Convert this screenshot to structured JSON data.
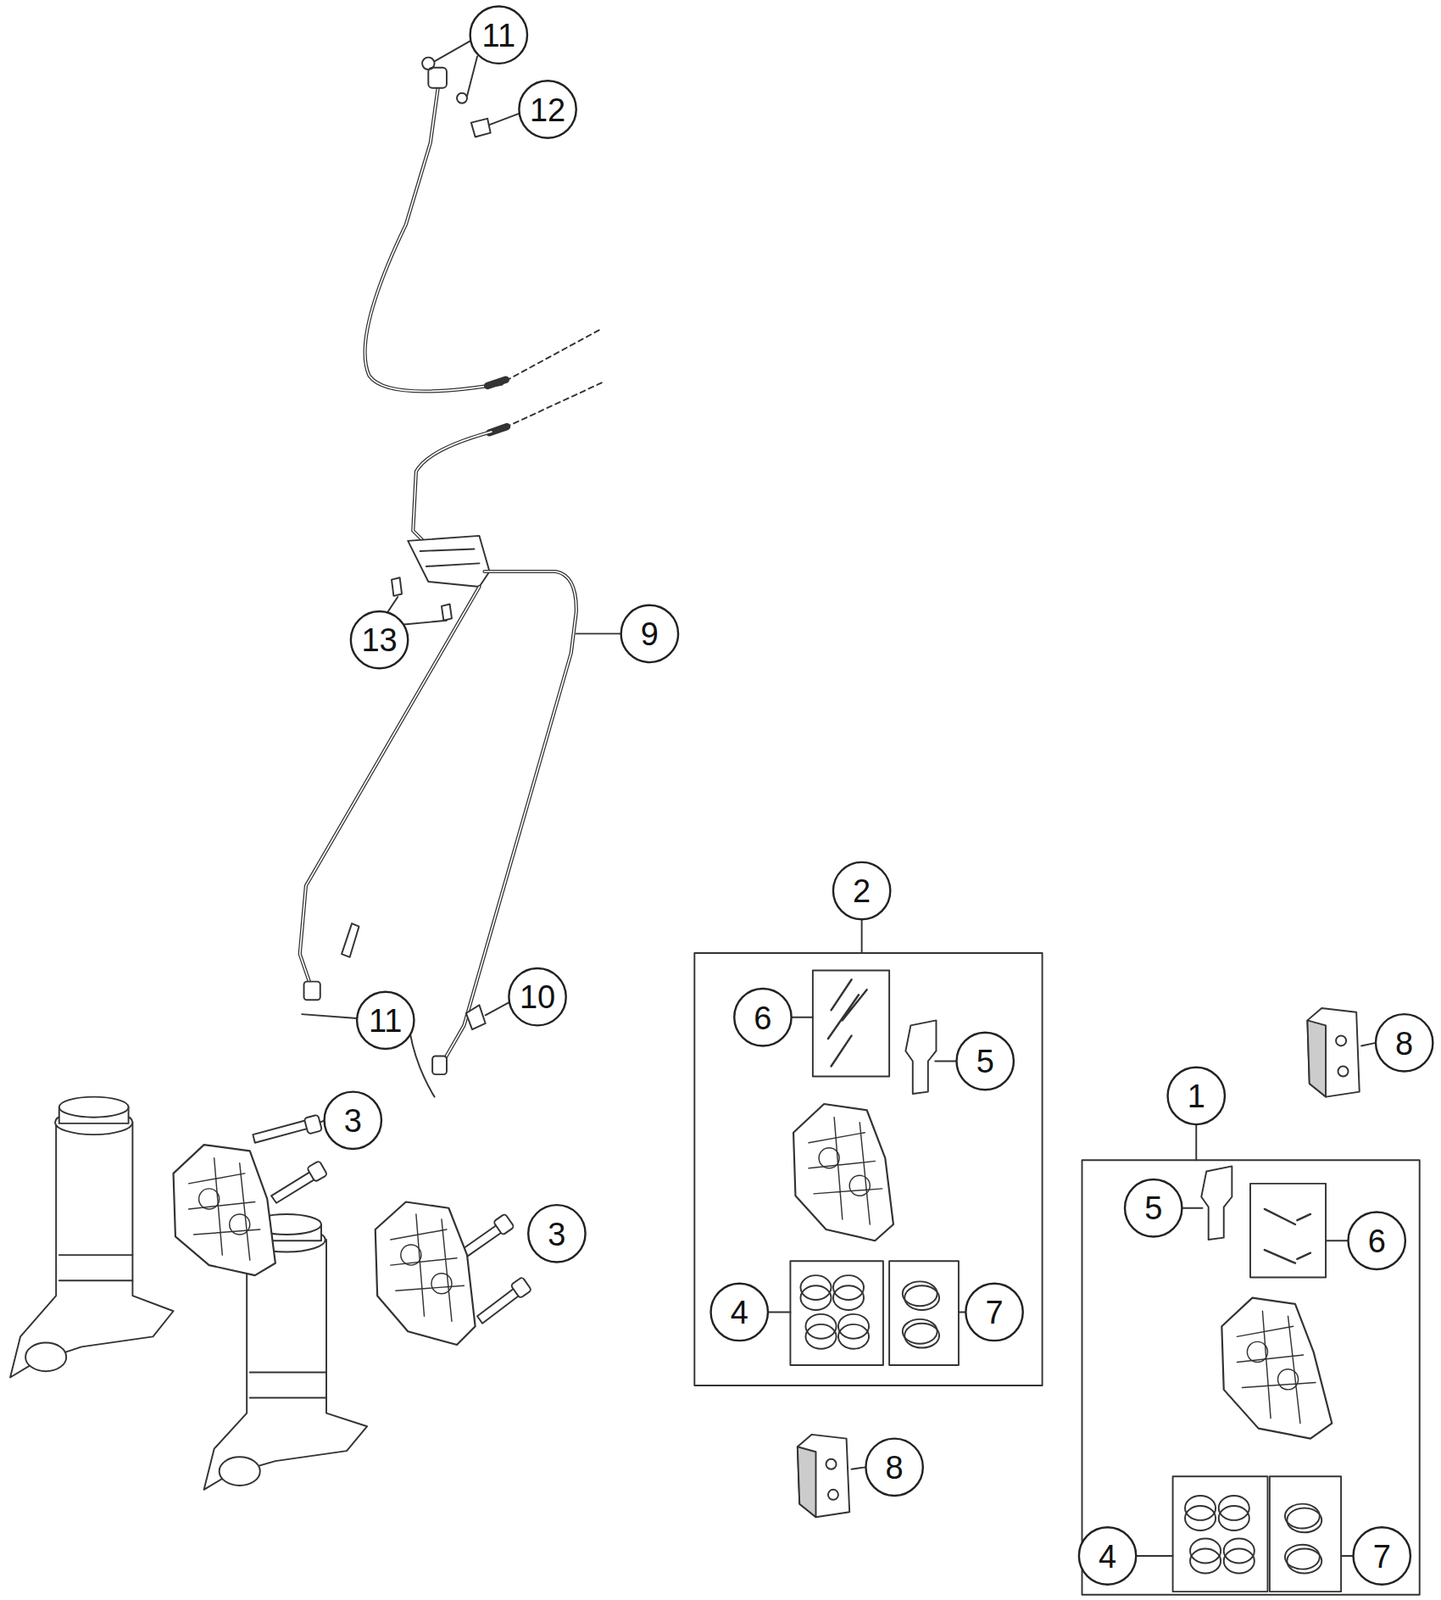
{
  "diagram": {
    "labels": [
      "11",
      "12",
      "9",
      "13",
      "2",
      "10",
      "6",
      "11",
      "5",
      "8",
      "1",
      "3",
      "5",
      "3",
      "6",
      "4",
      "7",
      "8",
      "4",
      "7"
    ]
  }
}
